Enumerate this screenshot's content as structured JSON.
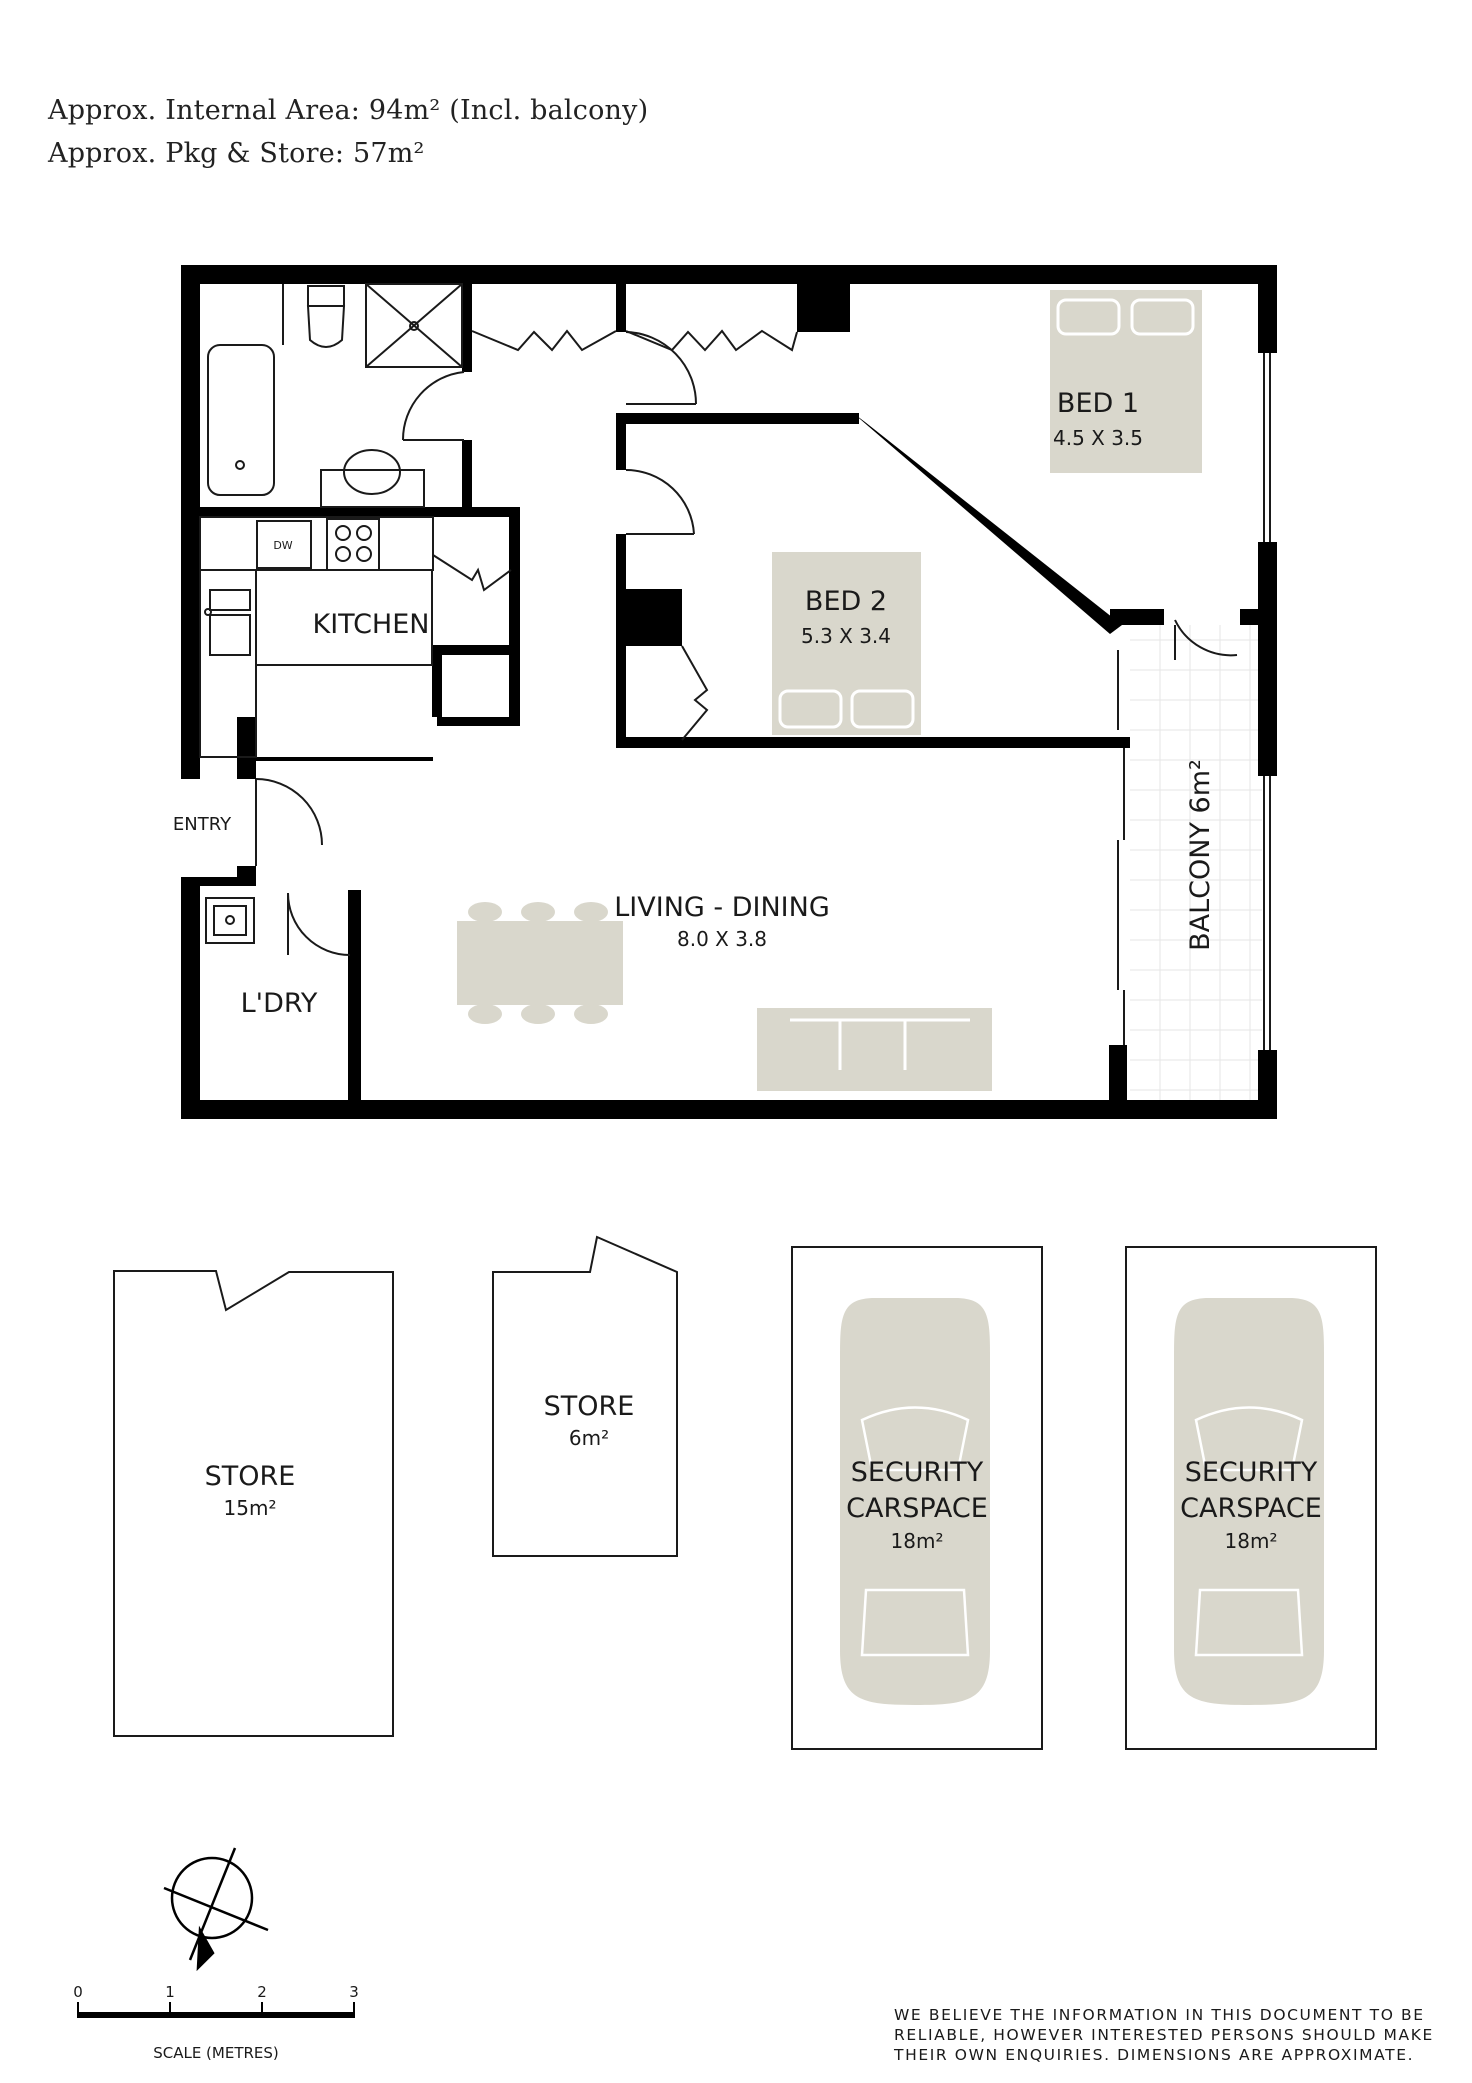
{
  "header": {
    "internal_area": "Approx. Internal Area: 94m² (Incl. balcony)",
    "pkg_store": "Approx. Pkg & Store: 57m²"
  },
  "rooms": {
    "bed1": {
      "name": "BED 1",
      "size": "4.5 X 3.5"
    },
    "bed2": {
      "name": "BED 2",
      "size": "5.3 X 3.4"
    },
    "kitchen": {
      "name": "KITCHEN",
      "dw": "DW"
    },
    "entry": {
      "name": "ENTRY"
    },
    "laundry": {
      "name": "L'DRY"
    },
    "living": {
      "name": "LIVING - DINING",
      "size": "8.0 X 3.8"
    },
    "balcony": {
      "name": "BALCONY 6m²"
    }
  },
  "outbuildings": {
    "store_large": {
      "name": "STORE",
      "area": "15m²"
    },
    "store_small": {
      "name": "STORE",
      "area": "6m²"
    },
    "carspace_1": {
      "name_line1": "SECURITY",
      "name_line2": "CARSPACE",
      "area": "18m²"
    },
    "carspace_2": {
      "name_line1": "SECURITY",
      "name_line2": "CARSPACE",
      "area": "18m²"
    }
  },
  "scale": {
    "ticks": [
      "0",
      "1",
      "2",
      "3"
    ],
    "label": "SCALE (METRES)"
  },
  "disclaimer": "WE BELIEVE THE INFORMATION IN THIS DOCUMENT TO BE RELIABLE, HOWEVER INTERESTED PERSONS SHOULD MAKE THEIR OWN ENQUIRIES. DIMENSIONS ARE APPROXIMATE.",
  "colors": {
    "wall": "#000000",
    "furniture": "#d9d7cc"
  }
}
